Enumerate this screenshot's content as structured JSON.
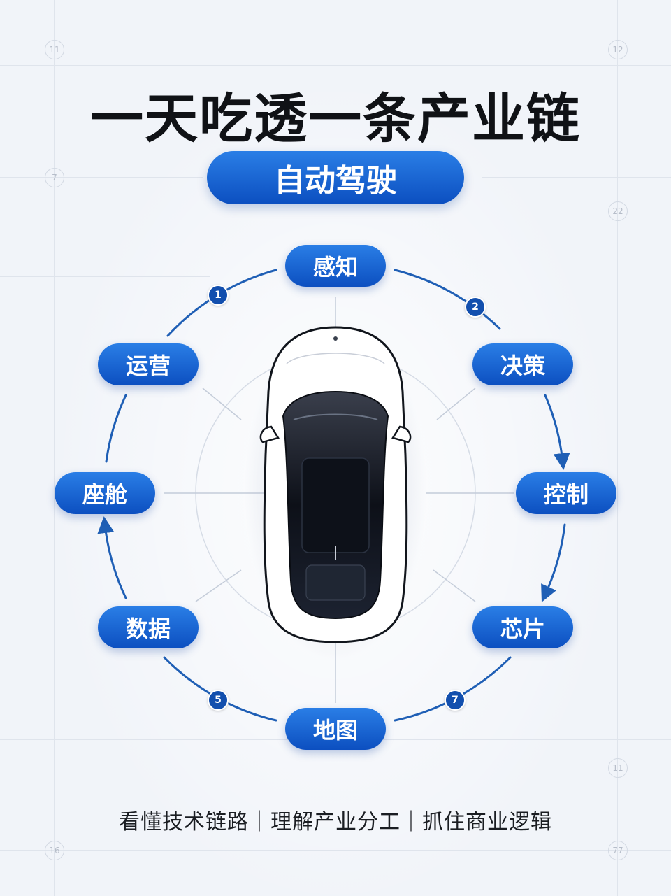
{
  "headline": "一天吃透一条产业链",
  "topic": "自动驾驶",
  "nodes": {
    "perception": "感知",
    "decision": "决策",
    "control": "控制",
    "chip": "芯片",
    "map": "地图",
    "data": "数据",
    "cockpit": "座舱",
    "operation": "运营"
  },
  "badges": [
    "1",
    "2",
    "5",
    "7"
  ],
  "tagline": "看懂技术链路｜理解产业分工｜抓住商业逻辑",
  "colors": {
    "accent": "#1565d8",
    "accent_dark": "#0c4fc0",
    "ring": "#1f5fb5",
    "headline": "#101216",
    "background": "#f1f4f9"
  },
  "icons": {
    "center": "car-top-view-icon"
  }
}
